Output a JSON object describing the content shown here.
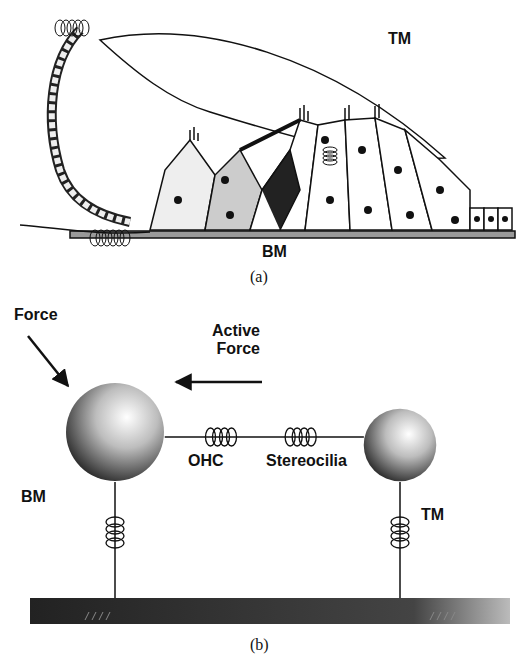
{
  "diagram": {
    "nodes": [
      {
        "text": [
          "BM"
        ]
      },
      {
        "text": [
          "TM"
        ]
      }
    ],
    "edges": [
      {
        "from": 0,
        "to": 1,
        "arrow": "none"
      }
    ],
    "labels": [
      "TM",
      "BM",
      "(a)",
      "Force",
      "Active Force",
      "OHC",
      "Stereocilia",
      "(b)"
    ]
  }
}
